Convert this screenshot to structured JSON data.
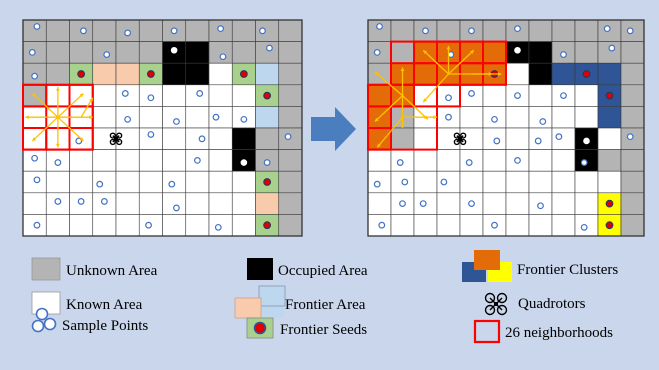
{
  "legend": {
    "unknown_area": "Unknown Area",
    "occupied_area": "Occupied Area",
    "frontier_clusters": "Frontier Clusters",
    "known_area": "Known Area",
    "frontier_area": "Frontier Area",
    "quadrotors": "Quadrotors",
    "sample_points": "Sample Points",
    "frontier_seeds": "Frontier Seeds",
    "neighborhoods": "26 neighborhoods"
  },
  "colors": {
    "background": "#c9d6ec",
    "unknown": "#b4b4b4",
    "occupied": "#000000",
    "known": "#ffffff",
    "frontier_peach": "#f8cbad",
    "frontier_blue": "#bdd7ee",
    "frontier_green": "#a9d18e",
    "cluster_orange": "#e36c09",
    "cluster_blue": "#2f5597",
    "cluster_yellow": "#ffff00",
    "neighborhood_red": "#ff0000",
    "arrow": "#ffc000",
    "seed_red": "#e00000",
    "sample_point": "#4472c4",
    "transition_arrow": "#4a7ebf"
  },
  "icons": [
    "quadrotor-icon",
    "arrow-right-icon",
    "sample-points-icon"
  ]
}
